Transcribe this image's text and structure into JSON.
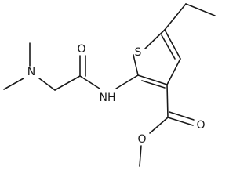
{
  "molecule": {
    "atoms": [
      {
        "id": "ethyl_ch3",
        "label": ""
      },
      {
        "id": "ethyl_ch2",
        "label": ""
      },
      {
        "id": "C5",
        "label": ""
      },
      {
        "id": "S1",
        "label": "S"
      },
      {
        "id": "C2",
        "label": ""
      },
      {
        "id": "C3",
        "label": ""
      },
      {
        "id": "C4",
        "label": ""
      },
      {
        "id": "ester_c",
        "label": ""
      },
      {
        "id": "ester_o_double",
        "label": "O"
      },
      {
        "id": "ester_o_single",
        "label": "O"
      },
      {
        "id": "ester_ch3",
        "label": ""
      },
      {
        "id": "amide_n",
        "label": "NH"
      },
      {
        "id": "amide_c",
        "label": ""
      },
      {
        "id": "amide_o",
        "label": "O"
      },
      {
        "id": "ch2",
        "label": ""
      },
      {
        "id": "amine_n",
        "label": "N"
      },
      {
        "id": "n_me1",
        "label": ""
      },
      {
        "id": "n_me2",
        "label": ""
      }
    ]
  },
  "colors": {
    "bond": "#1a1a1a",
    "background": "#ffffff"
  }
}
